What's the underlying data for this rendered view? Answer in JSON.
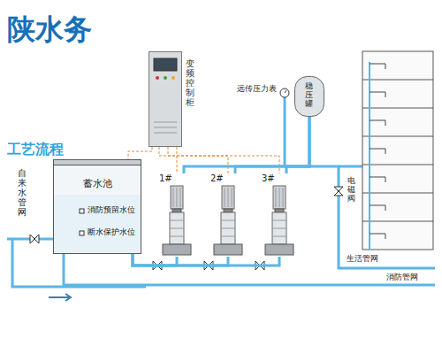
{
  "diagram": {
    "title": "工艺流程",
    "nodes": [
      {
        "text": [
          "变频控制柜"
        ]
      },
      {
        "text": [
          "蓄水池"
        ]
      },
      {
        "text": [
          "稳压罐"
        ]
      },
      {
        "text": [
          "1#"
        ]
      },
      {
        "text": [
          "2#"
        ]
      },
      {
        "text": [
          "3#"
        ]
      }
    ],
    "edges": [
      {
        "from": 1,
        "to": 3,
        "arrow": "none"
      },
      {
        "from": 1,
        "to": 4,
        "arrow": "none"
      },
      {
        "from": 1,
        "to": 5,
        "arrow": "none"
      },
      {
        "from": 0,
        "to": 1,
        "arrow": "none"
      },
      {
        "from": 0,
        "to": 3,
        "arrow": "none"
      },
      {
        "from": 0,
        "to": 4,
        "arrow": "none"
      },
      {
        "from": 0,
        "to": 5,
        "arrow": "none"
      },
      {
        "from": 3,
        "to": 2,
        "arrow": "none"
      },
      {
        "from": 4,
        "to": 2,
        "arrow": "none"
      },
      {
        "from": 5,
        "to": 2,
        "arrow": "none"
      }
    ],
    "labels": [
      "陕水务",
      "自来水管网",
      "消防预留水位",
      "断水保护水位",
      "远传压力表",
      "电磁阀",
      "生活管网",
      "消防管网"
    ]
  }
}
